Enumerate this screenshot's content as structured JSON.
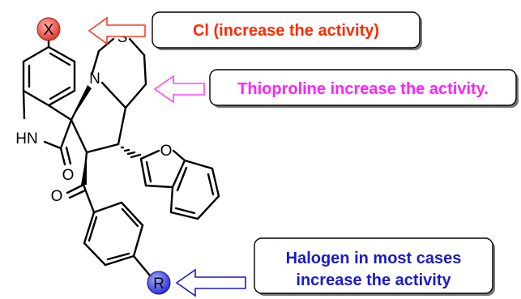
{
  "molecule": {
    "atoms": {
      "x_group": "X",
      "r_group": "R",
      "nitrogen": "N",
      "sulfur": "S",
      "oxygen_furan": "O",
      "oxygen_lactam": "O",
      "oxygen_ketone": "O",
      "nh_lactam": "HN"
    }
  },
  "annotations": {
    "cl": {
      "text": "Cl (increase the activity)",
      "color": "#ff2a00"
    },
    "thioproline": {
      "text": "Thioproline increase the activity.",
      "color": "#ff22ff"
    },
    "halogen": {
      "line1": "Halogen in most cases",
      "line2": "increase the activity",
      "color": "#1a1acc"
    }
  },
  "colors": {
    "x_circle": "#e33b2e",
    "r_circle": "#3438e0",
    "arrow_red": "#ff3b2b",
    "arrow_pink": "#ff44ff",
    "arrow_blue": "#1a1acc"
  }
}
